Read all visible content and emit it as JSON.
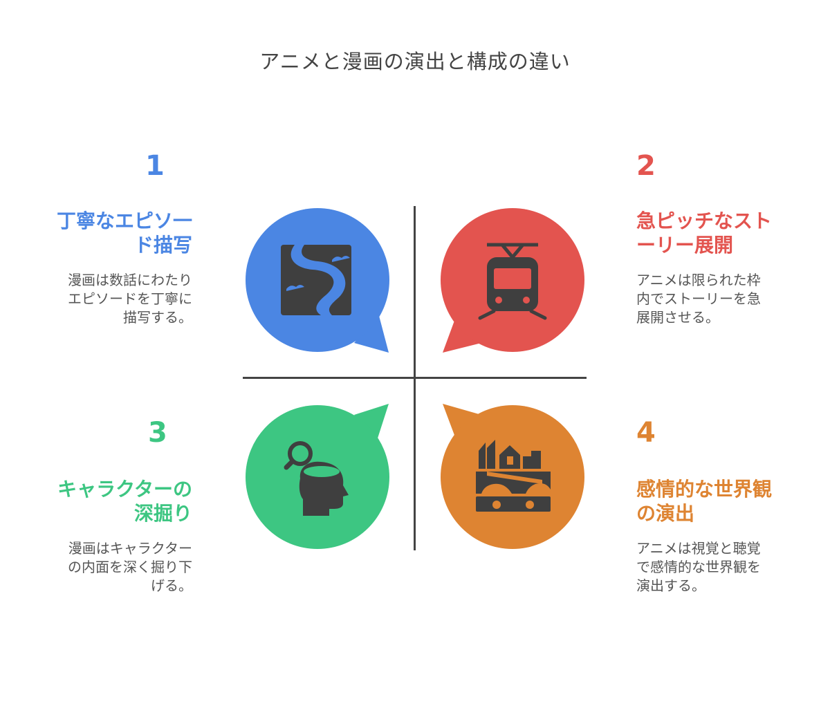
{
  "title": "アニメと漫画の演出と構成の違い",
  "colors": {
    "blue": "#4b86e3",
    "red": "#e3544f",
    "green": "#3dc682",
    "orange": "#de8432",
    "axis": "#444444"
  },
  "quadrants": [
    {
      "number": "1",
      "heading_lines": [
        "丁寧なエピソ一",
        "ド描写"
      ],
      "desc_lines": [
        "漫画は数話にわたり",
        "エピソードを丁寧に",
        "描写する。"
      ],
      "icon": "winding-road-icon"
    },
    {
      "number": "2",
      "heading_lines": [
        "急ピッチなスト",
        "ーリー展開"
      ],
      "desc_lines": [
        "アニメは限られた枠",
        "内でストーリーを急",
        "展開させる。"
      ],
      "icon": "train-icon"
    },
    {
      "number": "3",
      "heading_lines": [
        "キャラクターの",
        "深掘り"
      ],
      "desc_lines": [
        "漫画はキャラクター",
        "の内面を深く掘り下",
        "げる。"
      ],
      "icon": "head-magnifier-icon"
    },
    {
      "number": "4",
      "heading_lines": [
        "感情的な世界観",
        "の演出"
      ],
      "desc_lines": [
        "アニメは視覚と聴覚",
        "で感情的な世界観を",
        "演出する。"
      ],
      "icon": "cityscape-icon"
    }
  ]
}
